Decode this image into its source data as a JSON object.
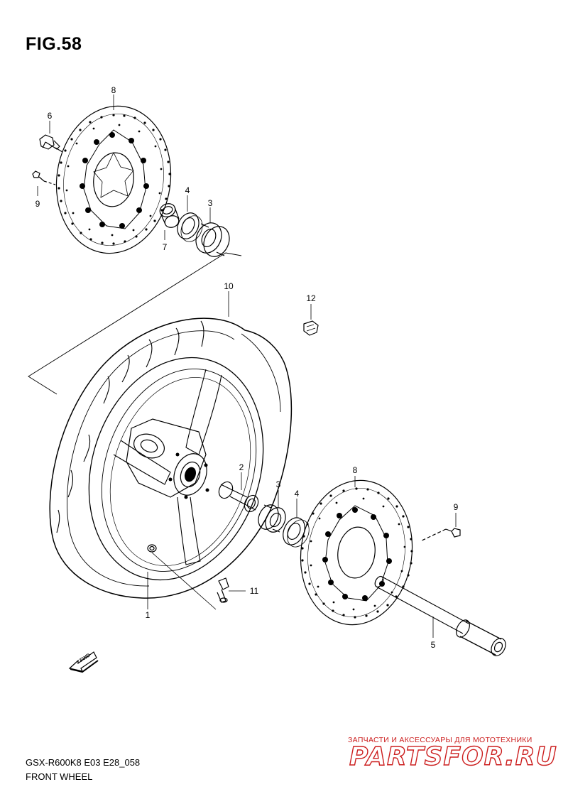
{
  "figure": {
    "title": "FIG.58",
    "code": "GSX-R600K8 E03 E28_058",
    "name": "FRONT WHEEL"
  },
  "callouts": {
    "c1": "1",
    "c2": "2",
    "c3a": "3",
    "c3b": "3",
    "c4a": "4",
    "c4b": "4",
    "c5": "5",
    "c6": "6",
    "c7": "7",
    "c8a": "8",
    "c8b": "8",
    "c9a": "9",
    "c9b": "9",
    "c10": "10",
    "c11": "11",
    "c12": "12"
  },
  "direction_marker": "FWD",
  "watermark": {
    "tagline": "ЗАПЧАСТИ И АКСЕССУАРЫ ДЛЯ МОТОТЕХНИКИ",
    "brand": "PARTSFOR.RU",
    "color": "#cc1e1e"
  },
  "icons": [
    "fwd-arrow-icon",
    "brake-disc-upper",
    "brake-disc-lower",
    "front-wheel-tire",
    "axle",
    "valve-stem",
    "balance-weight-clip"
  ]
}
